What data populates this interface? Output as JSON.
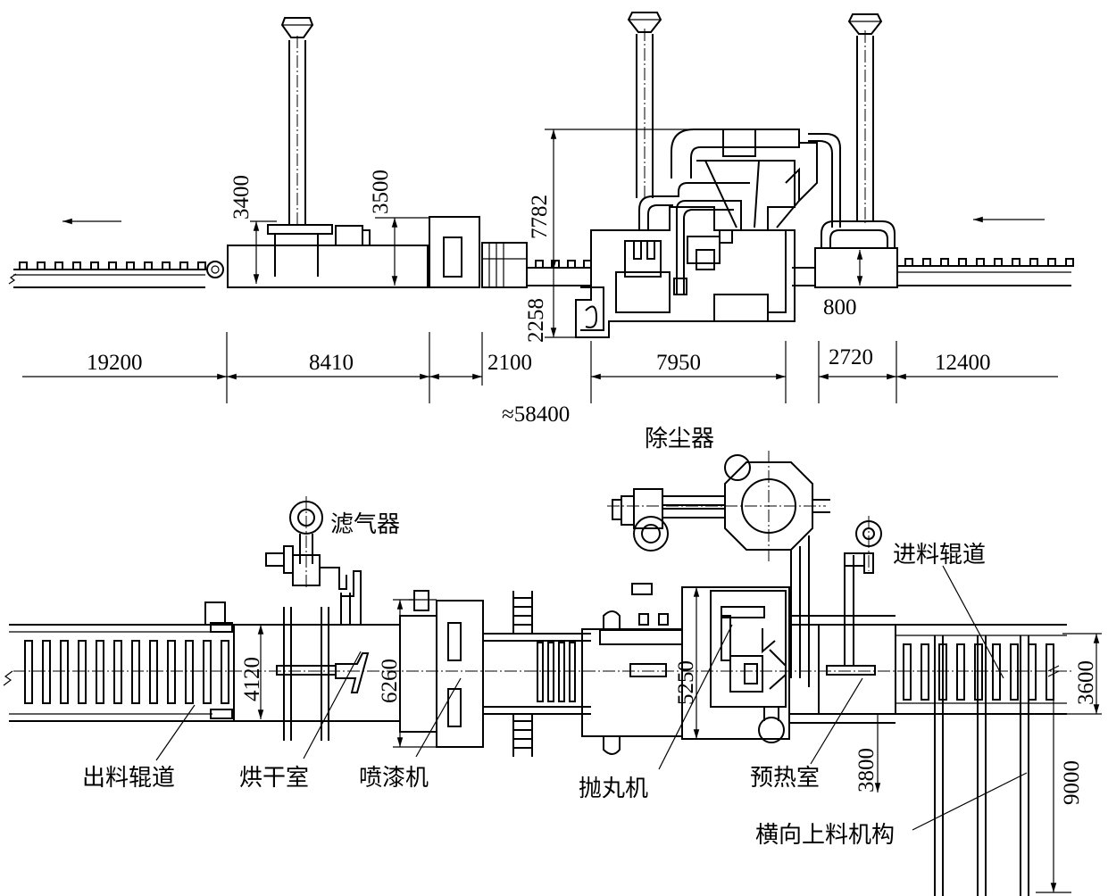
{
  "elevation": {
    "dims": {
      "d19200": "19200",
      "d8410": "8410",
      "d2100": "2100",
      "d7950": "7950",
      "d2720": "2720",
      "d12400": "12400",
      "total": "≈58400",
      "h3400": "3400",
      "h3500": "3500",
      "h7782": "7782",
      "h2258": "2258",
      "h800": "800"
    }
  },
  "plan": {
    "labels": {
      "dust_collector": "除尘器",
      "air_filter": "滤气器",
      "infeed_roller": "进料辊道",
      "outfeed_roller": "出料辊道",
      "drying_room": "烘干室",
      "paint_sprayer": "喷漆机",
      "shot_blaster": "抛丸机",
      "preheat_room": "预热室",
      "cross_loader": "横向上料机构"
    },
    "dims": {
      "w4120": "4120",
      "w6260": "6260",
      "w5250": "5250",
      "w3600": "3600",
      "d3800": "3800",
      "d9000": "9000"
    }
  }
}
